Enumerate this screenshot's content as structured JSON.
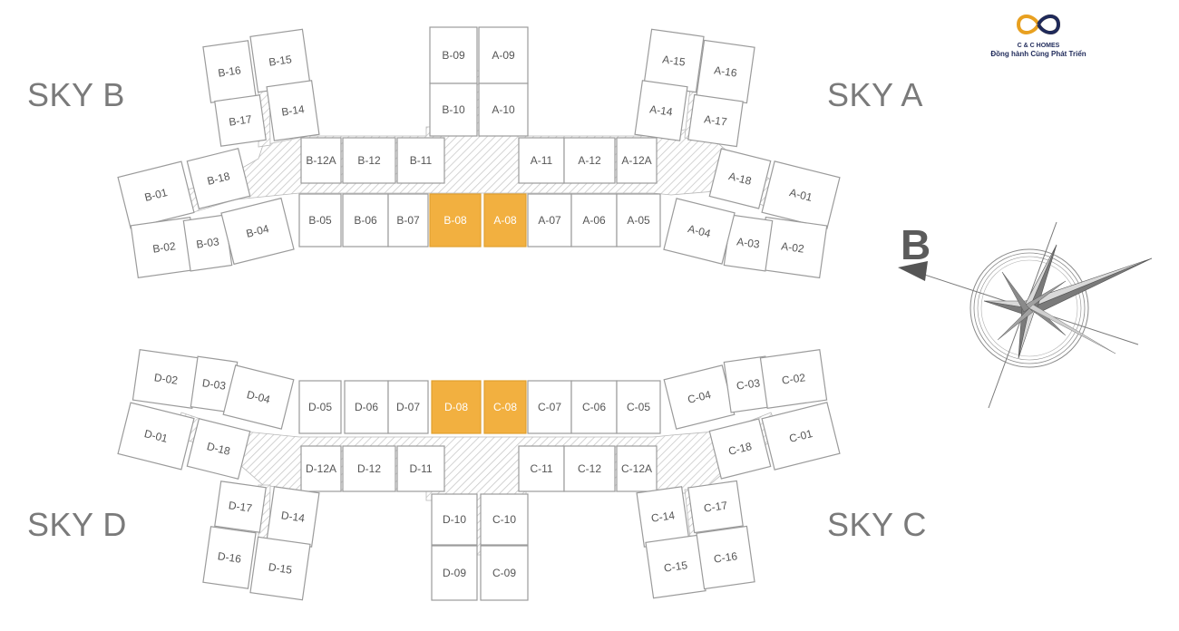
{
  "logo": {
    "brand": "C & C HOMES",
    "slogan": "Đồng hành Cùng Phát Triển"
  },
  "towers": {
    "sky_a": "SKY A",
    "sky_b": "SKY B",
    "sky_c": "SKY C",
    "sky_d": "SKY D"
  },
  "compass": {
    "direction_label": "B"
  },
  "colors": {
    "highlight": "#f2b040",
    "unit_border": "#9b9b9b",
    "text": "#555555",
    "corridor_hatch": "#c8c8c8",
    "logo_blue": "#1f2a5a",
    "logo_gold": "#e8a020"
  },
  "units": {
    "a01": "A-01",
    "a02": "A-02",
    "a03": "A-03",
    "a04": "A-04",
    "a05": "A-05",
    "a06": "A-06",
    "a07": "A-07",
    "a08": "A-08",
    "a09": "A-09",
    "a10": "A-10",
    "a11": "A-11",
    "a12": "A-12",
    "a12a": "A-12A",
    "a14": "A-14",
    "a15": "A-15",
    "a16": "A-16",
    "a17": "A-17",
    "a18": "A-18",
    "b01": "B-01",
    "b02": "B-02",
    "b03": "B-03",
    "b04": "B-04",
    "b05": "B-05",
    "b06": "B-06",
    "b07": "B-07",
    "b08": "B-08",
    "b09": "B-09",
    "b10": "B-10",
    "b11": "B-11",
    "b12": "B-12",
    "b12a": "B-12A",
    "b14": "B-14",
    "b15": "B-15",
    "b16": "B-16",
    "b17": "B-17",
    "b18": "B-18",
    "c01": "C-01",
    "c02": "C-02",
    "c03": "C-03",
    "c04": "C-04",
    "c05": "C-05",
    "c06": "C-06",
    "c07": "C-07",
    "c08": "C-08",
    "c09": "C-09",
    "c10": "C-10",
    "c11": "C-11",
    "c12": "C-12",
    "c12a": "C-12A",
    "c14": "C-14",
    "c15": "C-15",
    "c16": "C-16",
    "c17": "C-17",
    "c18": "C-18",
    "d01": "D-01",
    "d02": "D-02",
    "d03": "D-03",
    "d04": "D-04",
    "d05": "D-05",
    "d06": "D-06",
    "d07": "D-07",
    "d08": "D-08",
    "d09": "D-09",
    "d10": "D-10",
    "d11": "D-11",
    "d12": "D-12",
    "d12a": "D-12A",
    "d14": "D-14",
    "d15": "D-15",
    "d16": "D-16",
    "d17": "D-17",
    "d18": "D-18"
  },
  "highlighted_units": [
    "B-08",
    "A-08",
    "D-08",
    "C-08"
  ]
}
